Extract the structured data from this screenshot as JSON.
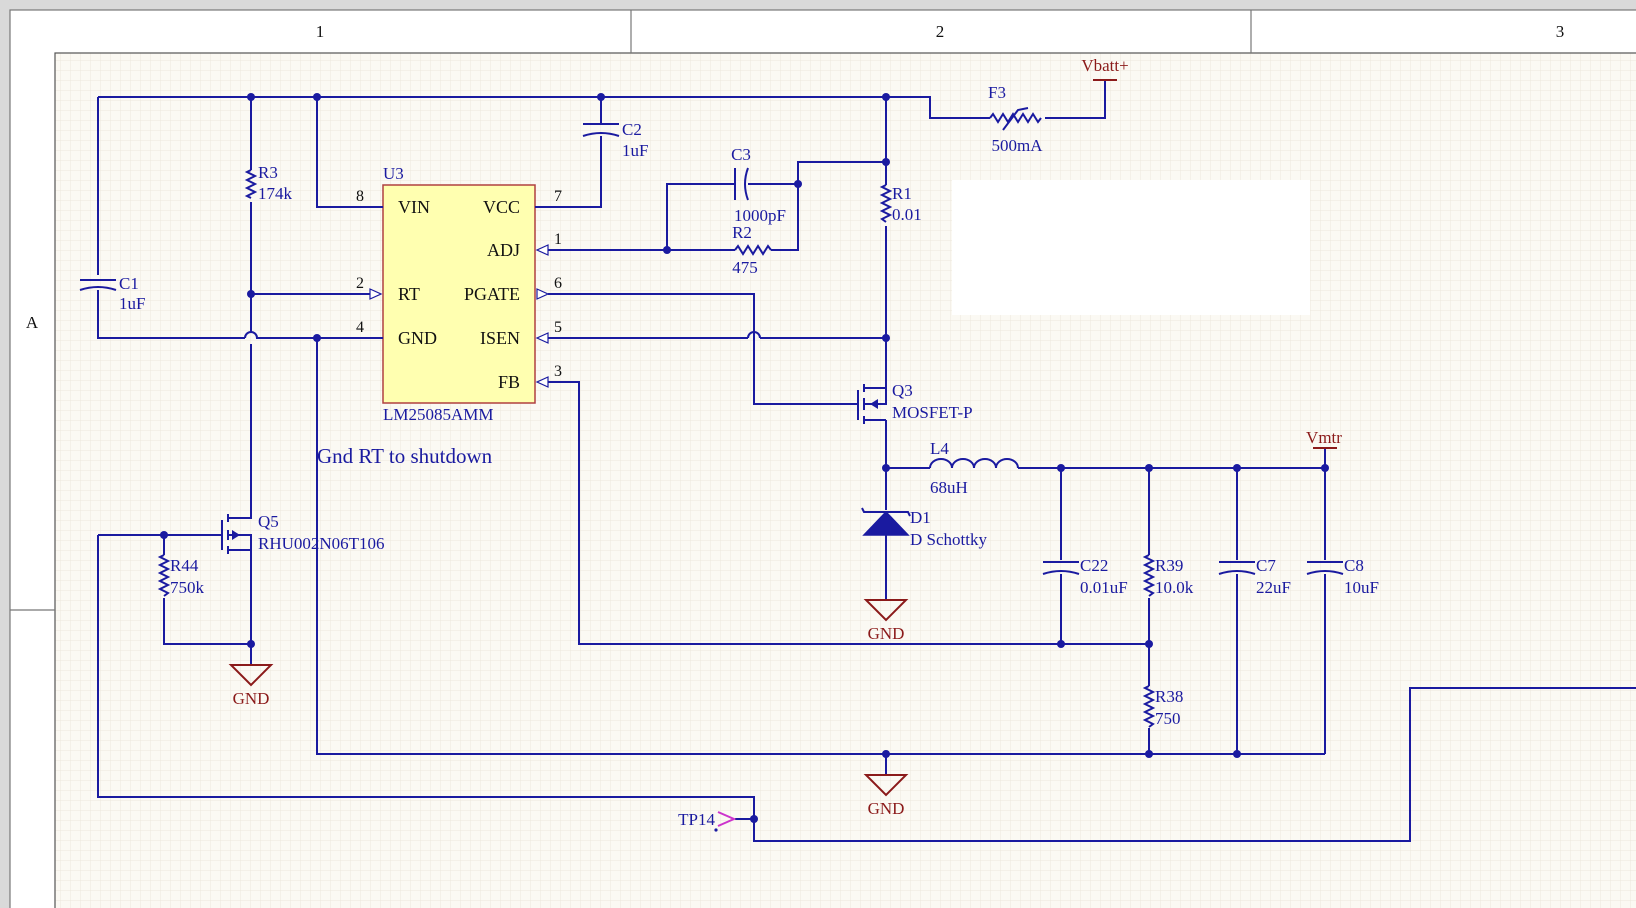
{
  "border": {
    "columns": [
      "1",
      "2",
      "3"
    ],
    "rows": [
      "A"
    ]
  },
  "ic": {
    "ref": "U3",
    "part": "LM25085AMM",
    "pins_left": [
      {
        "num": "8",
        "name": "VIN"
      },
      {
        "num": "2",
        "name": "RT"
      },
      {
        "num": "4",
        "name": "GND"
      }
    ],
    "pins_right": [
      {
        "num": "7",
        "name": "VCC"
      },
      {
        "num": "1",
        "name": "ADJ"
      },
      {
        "num": "6",
        "name": "PGATE"
      },
      {
        "num": "5",
        "name": "ISEN"
      },
      {
        "num": "3",
        "name": "FB"
      }
    ]
  },
  "components": {
    "r3": {
      "ref": "R3",
      "value": "174k"
    },
    "c1": {
      "ref": "C1",
      "value": "1uF"
    },
    "c2": {
      "ref": "C2",
      "value": "1uF"
    },
    "c3": {
      "ref": "C3",
      "value": "1000pF"
    },
    "r2": {
      "ref": "R2",
      "value": "475"
    },
    "r1": {
      "ref": "R1",
      "value": "0.01"
    },
    "f3": {
      "ref": "F3",
      "value": "500mA"
    },
    "q3": {
      "ref": "Q3",
      "value": "MOSFET-P"
    },
    "l4": {
      "ref": "L4",
      "value": "68uH"
    },
    "d1": {
      "ref": "D1",
      "value": "D Schottky"
    },
    "c22": {
      "ref": "C22",
      "value": "0.01uF"
    },
    "r39": {
      "ref": "R39",
      "value": "10.0k"
    },
    "c7": {
      "ref": "C7",
      "value": "22uF"
    },
    "c8": {
      "ref": "C8",
      "value": "10uF"
    },
    "r38": {
      "ref": "R38",
      "value": "750"
    },
    "q5": {
      "ref": "Q5",
      "value": "RHU002N06T106"
    },
    "r44": {
      "ref": "R44",
      "value": "750k"
    }
  },
  "nets": {
    "vbatt": "Vbatt+",
    "vmtr": "Vmtr",
    "gnd": "GND",
    "tp14": "TP14"
  },
  "note": "Gnd RT to shutdown",
  "colors": {
    "wire": "#1a1aa0",
    "power": "#8b1a1a",
    "ic_fill": "#ffffb0",
    "ic_border": "#b04040",
    "sheet": "#fbf9f3",
    "testpoint": "#cc33cc"
  }
}
